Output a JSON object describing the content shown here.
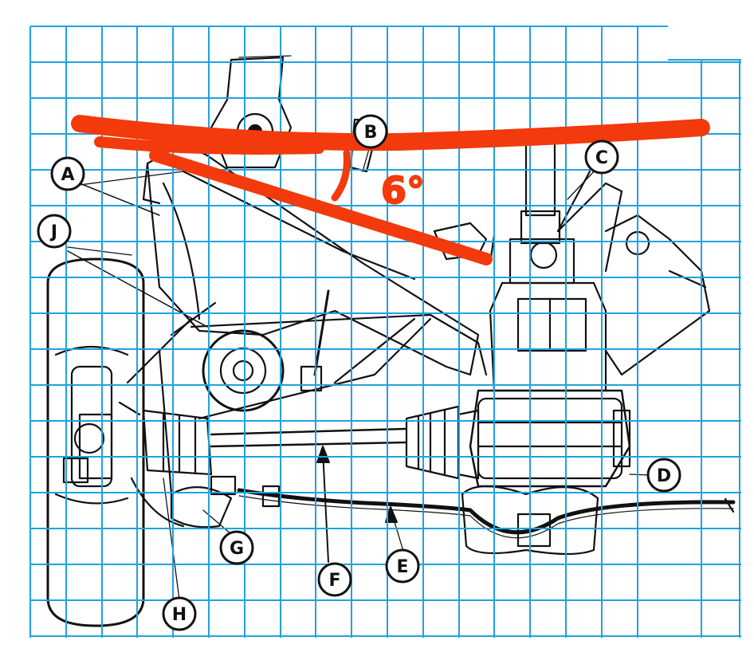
{
  "diagram": {
    "callouts": [
      {
        "id": "A",
        "text": "A"
      },
      {
        "id": "B",
        "text": "B"
      },
      {
        "id": "C",
        "text": "C"
      },
      {
        "id": "D",
        "text": "D"
      },
      {
        "id": "E",
        "text": "E"
      },
      {
        "id": "F",
        "text": "F"
      },
      {
        "id": "G",
        "text": "G"
      },
      {
        "id": "H",
        "text": "H"
      },
      {
        "id": "J",
        "text": "J"
      }
    ],
    "angle_annotation": "6°",
    "colors": {
      "grid": "#1fa2e0",
      "ink": "#111111",
      "annotation": "#f23a0c",
      "background": "#ffffff"
    }
  }
}
